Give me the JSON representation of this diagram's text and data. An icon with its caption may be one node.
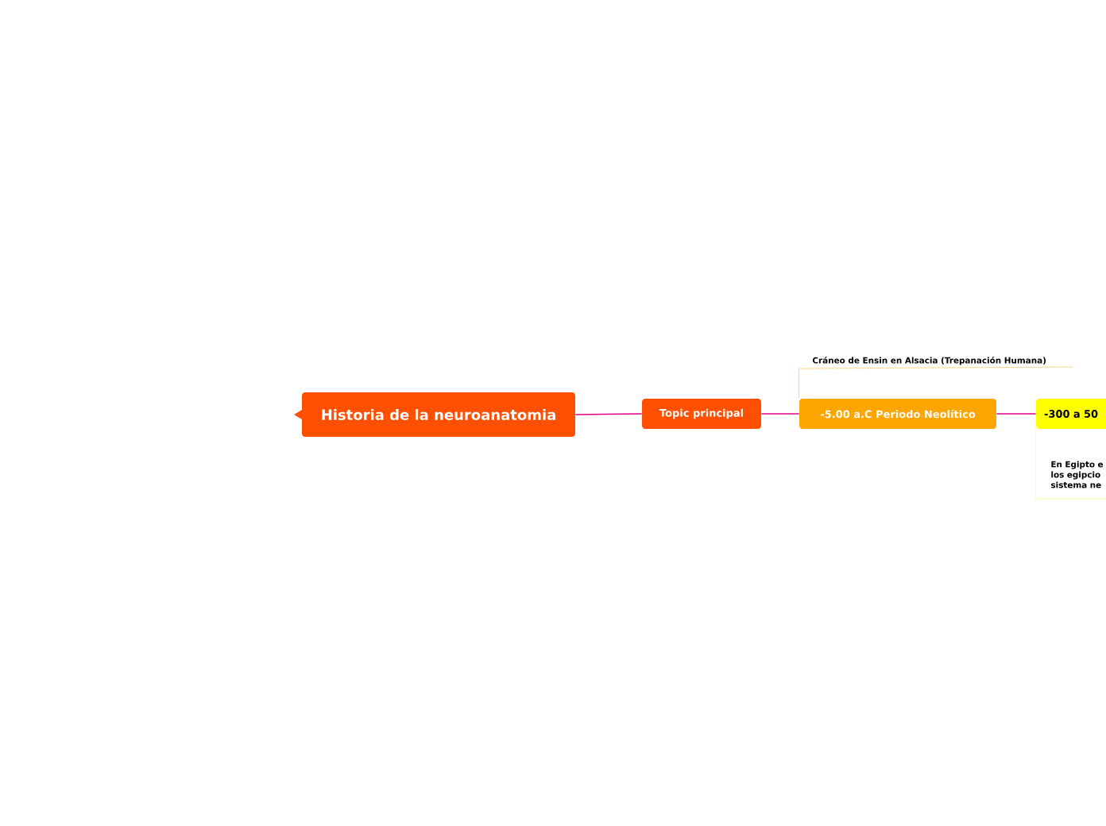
{
  "diagram": {
    "nodes": [
      {
        "text": [
          "Historia de la neuroanatomia"
        ]
      },
      {
        "text": [
          "Topic principal"
        ]
      },
      {
        "text": [
          "-5.00 a.C Periodo Neolítico"
        ]
      },
      {
        "text": [
          "-300 a 50"
        ]
      },
      {
        "text": [
          "Cráneo de Ensin en Alsacia (Trepanación Humana)"
        ]
      },
      {
        "text": [
          "En Egipto e los egipcio sistema ne"
        ]
      }
    ],
    "edges": [
      {
        "from": 0,
        "to": 1,
        "arrow": "none"
      },
      {
        "from": 1,
        "to": 2,
        "arrow": "none"
      },
      {
        "from": 2,
        "to": 3,
        "arrow": "none"
      },
      {
        "from": 2,
        "to": 4,
        "arrow": "none",
        "color": "#ffd58a"
      },
      {
        "from": 3,
        "to": 5,
        "arrow": "none",
        "color": "#ffff99"
      }
    ]
  }
}
